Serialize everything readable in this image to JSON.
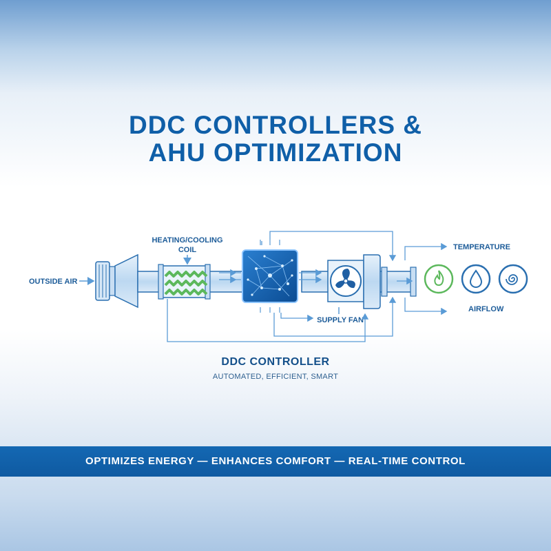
{
  "title": {
    "line1": "DDC CONTROLLERS &",
    "line2": "AHU OPTIMIZATION"
  },
  "diagram": {
    "outside_air": "OUTSIDE AIR",
    "coil_line1": "HEATING/COOLING",
    "coil_line2": "COIL",
    "supply_fan": "SUPPLY FAN",
    "temperature": "TEMPERATURE",
    "airflow": "AIRFLOW",
    "icons": [
      "flame-icon",
      "water-drop-icon",
      "swirl-icon"
    ]
  },
  "controller": {
    "name": "DDC CONTROLLER",
    "subtitle": "AUTOMATED, EFFICIENT, SMART"
  },
  "banner": {
    "text": "OPTIMIZES ENERGY — ENHANCES COMFORT — REAL-TIME CONTROL"
  },
  "colors": {
    "primary": "#0f5fa8",
    "banner": "#1468b3",
    "duct": "#cfe3f5",
    "green": "#5cb85c",
    "accent_line": "#5a9bd6"
  }
}
